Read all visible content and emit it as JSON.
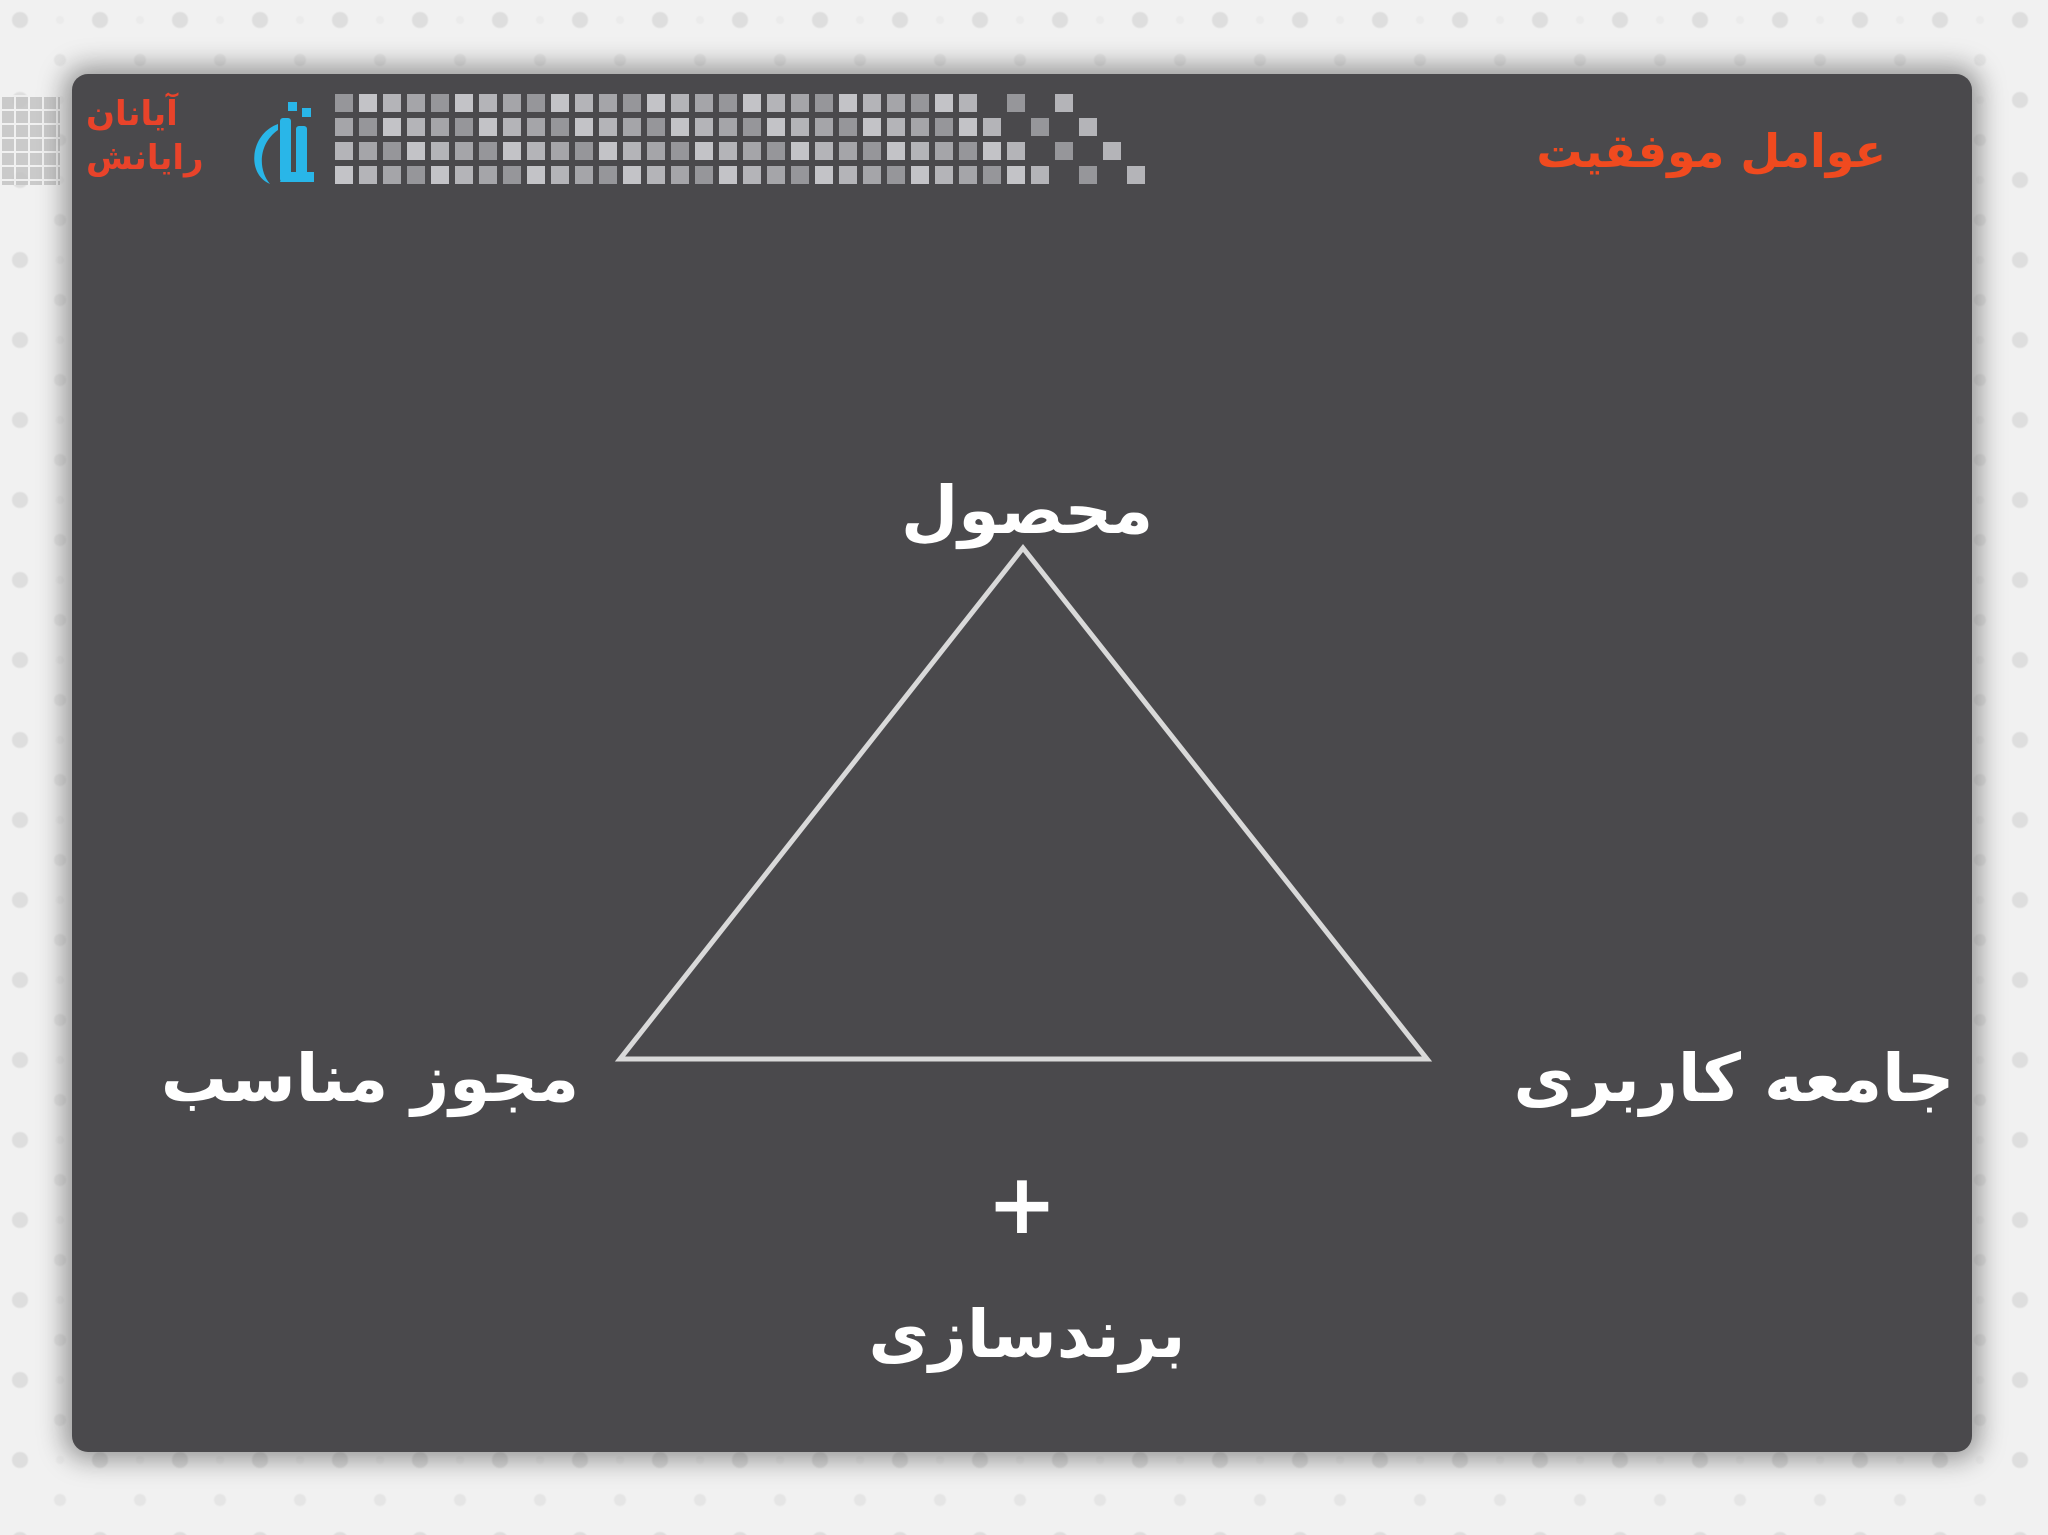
{
  "logo": {
    "line1": "آیانان",
    "line2": "رایانش"
  },
  "title": "عوامل موفقیت",
  "diagram": {
    "top_node": "محصول",
    "left_node": "مجوز مناسب",
    "right_node": "جامعه کاربری",
    "plus_sign": "+",
    "bottom_node": "برندسازی"
  },
  "colors": {
    "slide_background": "#4a494c",
    "title": "#f04a1f",
    "logo_text": "#e9432a",
    "logo_mark": "#29b6e8",
    "triangle_stroke": "#d9d9d9",
    "node_text": "#ffffff",
    "pixel_strip": "#b9b9bd"
  }
}
